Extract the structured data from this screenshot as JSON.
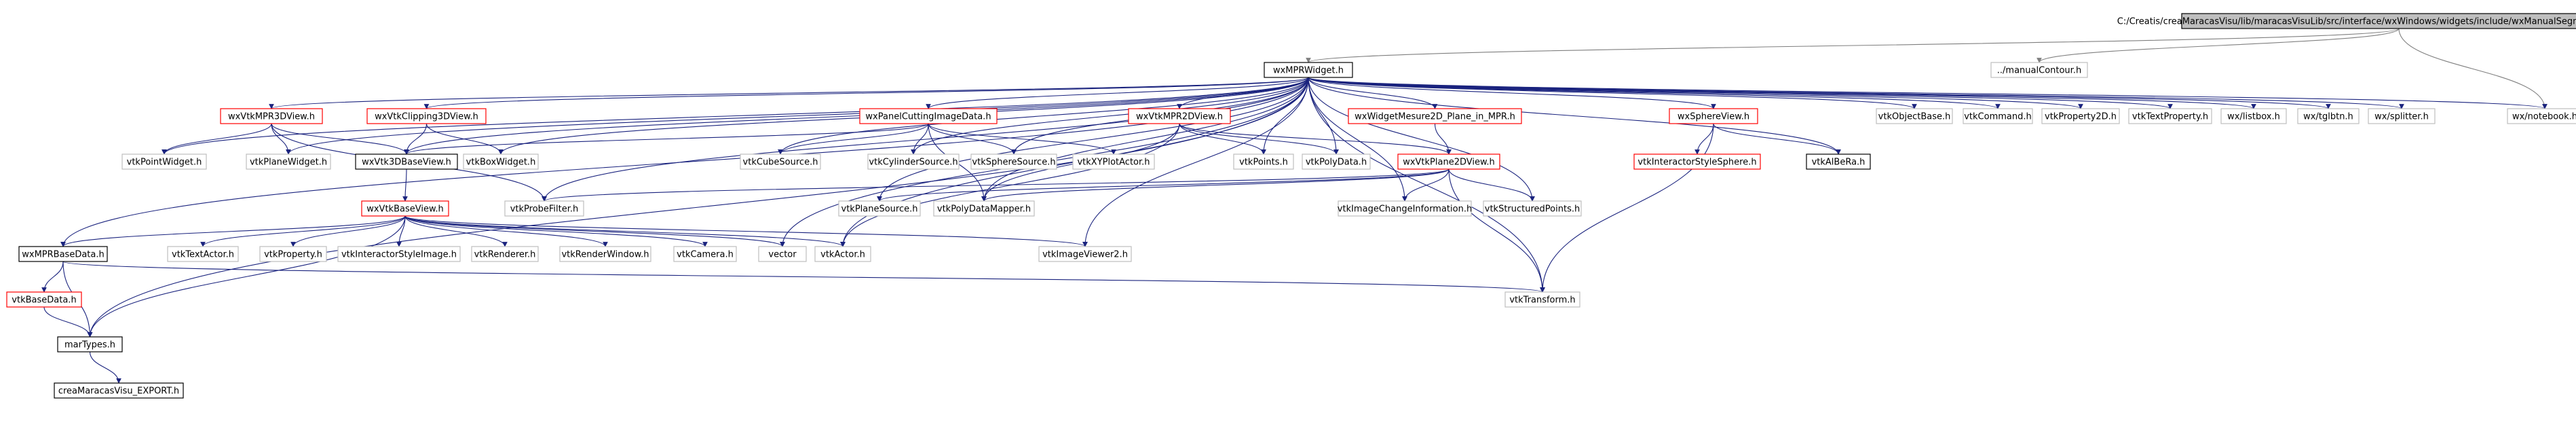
{
  "nodes": [
    {
      "id": "root",
      "label": "C:/Creatis/creaMaracasVisu/lib/maracasVisuLib/src/interface/wxWindows/widgets/include/wxManualSegmentation_MPRWidget.h",
      "style": "root"
    },
    {
      "id": "wxMPRWidget",
      "label": "wxMPRWidget.h",
      "style": "primary"
    },
    {
      "id": "manualContour",
      "label": "../manualContour.h",
      "style": "plain"
    },
    {
      "id": "wxVtkMPR3DView",
      "label": "wxVtkMPR3DView.h",
      "style": "red"
    },
    {
      "id": "wxVtkClipping3DView",
      "label": "wxVtkClipping3DView.h",
      "style": "red"
    },
    {
      "id": "wxPanelCuttingImageData",
      "label": "wxPanelCuttingImageData.h",
      "style": "red"
    },
    {
      "id": "wxVtkMPR2DView",
      "label": "wxVtkMPR2DView.h",
      "style": "red"
    },
    {
      "id": "wxWidgetMesure2D",
      "label": "wxWidgetMesure2D_Plane_in_MPR.h",
      "style": "red"
    },
    {
      "id": "wxSphereView",
      "label": "wxSphereView.h",
      "style": "red"
    },
    {
      "id": "vtkObjectBase",
      "label": "vtkObjectBase.h",
      "style": "plain"
    },
    {
      "id": "vtkCommand",
      "label": "vtkCommand.h",
      "style": "plain"
    },
    {
      "id": "vtkProperty2D",
      "label": "vtkProperty2D.h",
      "style": "plain"
    },
    {
      "id": "vtkTextProperty",
      "label": "vtkTextProperty.h",
      "style": "plain"
    },
    {
      "id": "wxlistbox",
      "label": "wx/listbox.h",
      "style": "plain"
    },
    {
      "id": "wxtglbtn",
      "label": "wx/tglbtn.h",
      "style": "plain"
    },
    {
      "id": "wxsplitter",
      "label": "wx/splitter.h",
      "style": "plain"
    },
    {
      "id": "wxnotebook",
      "label": "wx/notebook.h",
      "style": "plain"
    },
    {
      "id": "vtkPointWidget",
      "label": "vtkPointWidget.h",
      "style": "plain"
    },
    {
      "id": "vtkPlaneWidget",
      "label": "vtkPlaneWidget.h",
      "style": "plain"
    },
    {
      "id": "wxVtk3DBaseView",
      "label": "wxVtk3DBaseView.h",
      "style": "primary"
    },
    {
      "id": "vtkBoxWidget",
      "label": "vtkBoxWidget.h",
      "style": "plain"
    },
    {
      "id": "vtkCubeSource",
      "label": "vtkCubeSource.h",
      "style": "plain"
    },
    {
      "id": "vtkCylinderSource",
      "label": "vtkCylinderSource.h",
      "style": "plain"
    },
    {
      "id": "vtkSphereSource",
      "label": "vtkSphereSource.h",
      "style": "plain"
    },
    {
      "id": "vtkXYPlotActor",
      "label": "vtkXYPlotActor.h",
      "style": "plain"
    },
    {
      "id": "vtkPoints",
      "label": "vtkPoints.h",
      "style": "plain"
    },
    {
      "id": "vtkPolyData",
      "label": "vtkPolyData.h",
      "style": "plain"
    },
    {
      "id": "wxVtkPlane2DView",
      "label": "wxVtkPlane2DView.h",
      "style": "red"
    },
    {
      "id": "vtkInteractorStyleSphere",
      "label": "vtkInteractorStyleSphere.h",
      "style": "red"
    },
    {
      "id": "vtkAlBeRa",
      "label": "vtkAlBeRa.h",
      "style": "primary"
    },
    {
      "id": "wxVtkBaseView",
      "label": "wxVtkBaseView.h",
      "style": "red"
    },
    {
      "id": "vtkProbeFilter",
      "label": "vtkProbeFilter.h",
      "style": "plain"
    },
    {
      "id": "vtkPlaneSource",
      "label": "vtkPlaneSource.h",
      "style": "plain"
    },
    {
      "id": "vtkPolyDataMapper",
      "label": "vtkPolyDataMapper.h",
      "style": "plain"
    },
    {
      "id": "vtkImageChangeInformation",
      "label": "vtkImageChangeInformation.h",
      "style": "plain"
    },
    {
      "id": "vtkStructuredPoints",
      "label": "vtkStructuredPoints.h",
      "style": "plain"
    },
    {
      "id": "wxMPRBaseData",
      "label": "wxMPRBaseData.h",
      "style": "primary"
    },
    {
      "id": "vtkTextActor",
      "label": "vtkTextActor.h",
      "style": "plain"
    },
    {
      "id": "vtkProperty",
      "label": "vtkProperty.h",
      "style": "plain"
    },
    {
      "id": "vtkInteractorStyleImage",
      "label": "vtkInteractorStyleImage.h",
      "style": "plain"
    },
    {
      "id": "vtkRenderer",
      "label": "vtkRenderer.h",
      "style": "plain"
    },
    {
      "id": "vtkRenderWindow",
      "label": "vtkRenderWindow.h",
      "style": "plain"
    },
    {
      "id": "vtkCamera",
      "label": "vtkCamera.h",
      "style": "plain"
    },
    {
      "id": "vector",
      "label": "vector",
      "style": "plain"
    },
    {
      "id": "vtkActor",
      "label": "vtkActor.h",
      "style": "plain"
    },
    {
      "id": "vtkImageViewer2",
      "label": "vtkImageViewer2.h",
      "style": "plain"
    },
    {
      "id": "vtkBaseData",
      "label": "vtkBaseData.h",
      "style": "red"
    },
    {
      "id": "vtkTransform",
      "label": "vtkTransform.h",
      "style": "plain"
    },
    {
      "id": "marTypes",
      "label": "marTypes.h",
      "style": "primary"
    },
    {
      "id": "creaMaracasVisuEXPORT",
      "label": "creaMaracasVisu_EXPORT.h",
      "style": "primary"
    }
  ],
  "edges": [
    [
      "root",
      "wxMPRWidget"
    ],
    [
      "root",
      "manualContour"
    ],
    [
      "root",
      "wxnotebook"
    ],
    [
      "wxMPRWidget",
      "wxVtkMPR3DView"
    ],
    [
      "wxMPRWidget",
      "wxVtkClipping3DView"
    ],
    [
      "wxMPRWidget",
      "wxPanelCuttingImageData"
    ],
    [
      "wxMPRWidget",
      "wxVtkMPR2DView"
    ],
    [
      "wxMPRWidget",
      "wxWidgetMesure2D"
    ],
    [
      "wxMPRWidget",
      "wxSphereView"
    ],
    [
      "wxMPRWidget",
      "vtkObjectBase"
    ],
    [
      "wxMPRWidget",
      "vtkCommand"
    ],
    [
      "wxMPRWidget",
      "vtkProperty2D"
    ],
    [
      "wxMPRWidget",
      "vtkTextProperty"
    ],
    [
      "wxMPRWidget",
      "wxlistbox"
    ],
    [
      "wxMPRWidget",
      "wxtglbtn"
    ],
    [
      "wxMPRWidget",
      "wxsplitter"
    ],
    [
      "wxMPRWidget",
      "wxnotebook"
    ],
    [
      "wxMPRWidget",
      "vtkPointWidget"
    ],
    [
      "wxMPRWidget",
      "vtkPlaneWidget"
    ],
    [
      "wxMPRWidget",
      "wxVtk3DBaseView"
    ],
    [
      "wxMPRWidget",
      "vtkBoxWidget"
    ],
    [
      "wxMPRWidget",
      "vtkCubeSource"
    ],
    [
      "wxMPRWidget",
      "vtkCylinderSource"
    ],
    [
      "wxMPRWidget",
      "vtkSphereSource"
    ],
    [
      "wxMPRWidget",
      "vtkPoints"
    ],
    [
      "wxMPRWidget",
      "vtkPolyData"
    ],
    [
      "wxMPRWidget",
      "vtkAlBeRa"
    ],
    [
      "wxMPRWidget",
      "vtkProbeFilter"
    ],
    [
      "wxMPRWidget",
      "vtkPlaneSource"
    ],
    [
      "wxMPRWidget",
      "vtkPolyDataMapper"
    ],
    [
      "wxMPRWidget",
      "vtkImageChangeInformation"
    ],
    [
      "wxMPRWidget",
      "vtkStructuredPoints"
    ],
    [
      "wxMPRWidget",
      "wxMPRBaseData"
    ],
    [
      "wxMPRWidget",
      "vector"
    ],
    [
      "wxMPRWidget",
      "vtkActor"
    ],
    [
      "wxMPRWidget",
      "vtkImageViewer2"
    ],
    [
      "wxMPRWidget",
      "vtkTransform"
    ],
    [
      "wxMPRWidget",
      "marTypes"
    ],
    [
      "wxVtkMPR3DView",
      "vtkPointWidget"
    ],
    [
      "wxVtkMPR3DView",
      "vtkPlaneWidget"
    ],
    [
      "wxVtkMPR3DView",
      "wxVtk3DBaseView"
    ],
    [
      "wxVtkMPR3DView",
      "vtkProbeFilter"
    ],
    [
      "wxVtkClipping3DView",
      "wxVtk3DBaseView"
    ],
    [
      "wxVtkClipping3DView",
      "vtkBoxWidget"
    ],
    [
      "wxPanelCuttingImageData",
      "wxVtk3DBaseView"
    ],
    [
      "wxPanelCuttingImageData",
      "vtkCubeSource"
    ],
    [
      "wxPanelCuttingImageData",
      "vtkCylinderSource"
    ],
    [
      "wxPanelCuttingImageData",
      "vtkSphereSource"
    ],
    [
      "wxPanelCuttingImageData",
      "vtkXYPlotActor"
    ],
    [
      "wxPanelCuttingImageData",
      "vtkPolyDataMapper"
    ],
    [
      "wxVtkMPR2DView",
      "vtkPoints"
    ],
    [
      "wxVtkMPR2DView",
      "vtkPolyData"
    ],
    [
      "wxVtkMPR2DView",
      "wxVtkPlane2DView"
    ],
    [
      "wxVtkMPR2DView",
      "vtkPolyDataMapper"
    ],
    [
      "wxVtkMPR2DView",
      "vtkActor"
    ],
    [
      "wxWidgetMesure2D",
      "wxVtkPlane2DView"
    ],
    [
      "wxSphereView",
      "vtkInteractorStyleSphere"
    ],
    [
      "wxSphereView",
      "vtkAlBeRa"
    ],
    [
      "wxSphereView",
      "vtkTransform"
    ],
    [
      "wxVtk3DBaseView",
      "wxVtkBaseView"
    ],
    [
      "wxVtkPlane2DView",
      "vtkProbeFilter"
    ],
    [
      "wxVtkPlane2DView",
      "vtkPlaneSource"
    ],
    [
      "wxVtkPlane2DView",
      "vtkPolyDataMapper"
    ],
    [
      "wxVtkPlane2DView",
      "vtkImageChangeInformation"
    ],
    [
      "wxVtkPlane2DView",
      "vtkStructuredPoints"
    ],
    [
      "wxVtkPlane2DView",
      "vtkTransform"
    ],
    [
      "wxVtkBaseView",
      "wxMPRBaseData"
    ],
    [
      "wxVtkBaseView",
      "vtkTextActor"
    ],
    [
      "wxVtkBaseView",
      "vtkProperty"
    ],
    [
      "wxVtkBaseView",
      "vtkInteractorStyleImage"
    ],
    [
      "wxVtkBaseView",
      "vtkRenderer"
    ],
    [
      "wxVtkBaseView",
      "vtkRenderWindow"
    ],
    [
      "wxVtkBaseView",
      "vtkCamera"
    ],
    [
      "wxVtkBaseView",
      "vector"
    ],
    [
      "wxVtkBaseView",
      "vtkActor"
    ],
    [
      "wxVtkBaseView",
      "vtkImageViewer2"
    ],
    [
      "wxVtkBaseView",
      "marTypes"
    ],
    [
      "wxMPRBaseData",
      "vtkBaseData"
    ],
    [
      "wxMPRBaseData",
      "vtkTransform"
    ],
    [
      "wxMPRBaseData",
      "marTypes"
    ],
    [
      "vtkBaseData",
      "marTypes"
    ],
    [
      "marTypes",
      "creaMaracasVisuEXPORT"
    ]
  ],
  "colors": {
    "edge": "#1a237e",
    "edge_gray": "#7f7f7f",
    "root_fill": "#bfbfbf",
    "red_border": "#ff0000",
    "black_border": "#000000",
    "gray_border": "#bfbfbf"
  }
}
